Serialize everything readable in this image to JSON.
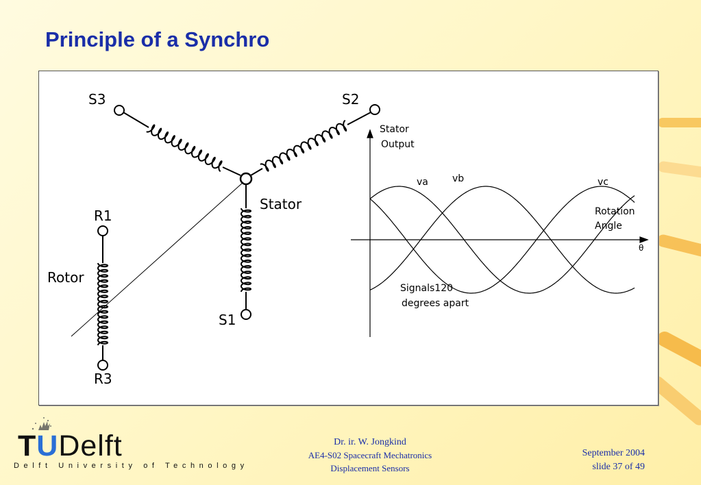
{
  "slide": {
    "title": "Principle of a Synchro"
  },
  "diagram": {
    "stator_terminals": [
      "S1",
      "S2",
      "S3"
    ],
    "rotor_terminals": [
      "R1",
      "R3"
    ],
    "stator_label": "Stator",
    "rotor_label": "Rotor",
    "plot": {
      "y_axis_label_line1": "Stator",
      "y_axis_label_line2": "Output",
      "x_axis_label_line1": "Rotation",
      "x_axis_label_line2": "Angle",
      "x_axis_symbol": "θ",
      "series": [
        "va",
        "vb",
        "vc"
      ],
      "note_line1": "Signals120",
      "note_line2": "degrees apart"
    }
  },
  "footer": {
    "author": "Dr. ir. W. Jongkind",
    "course": "AE4-S02 Spacecraft Mechatronics",
    "topic": "Displacement Sensors",
    "date": "September 2004",
    "slide_number": "slide 37 of 49"
  },
  "logo": {
    "tu": "TU",
    "delft": "Delft",
    "subtitle": "Delft University of Technology"
  },
  "colors": {
    "title": "#1a2ea8",
    "stripe": "#f5b640",
    "logo_u": "#2a6fd6"
  }
}
